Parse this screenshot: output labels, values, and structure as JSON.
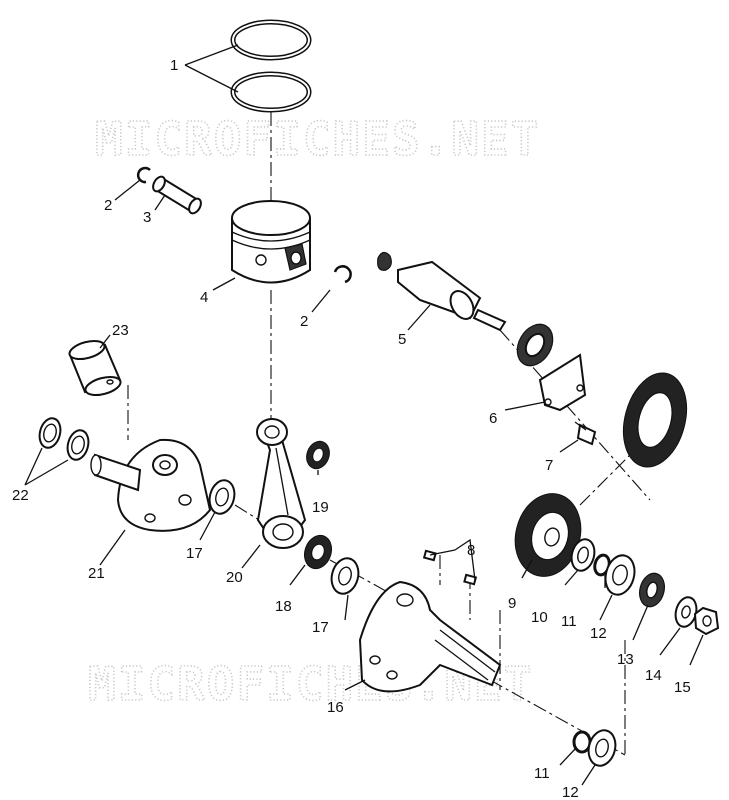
{
  "watermark": {
    "text": "MICROFICHES.NET"
  },
  "callouts": {
    "c1": "1",
    "c2a": "2",
    "c2b": "2",
    "c3": "3",
    "c4": "4",
    "c5": "5",
    "c6": "6",
    "c7": "7",
    "c8": "8",
    "c9": "9",
    "c10": "10",
    "c11a": "11",
    "c11b": "11",
    "c12a": "12",
    "c12b": "12",
    "c13": "13",
    "c14": "14",
    "c15": "15",
    "c16": "16",
    "c17a": "17",
    "c17b": "17",
    "c18": "18",
    "c19": "19",
    "c20": "20",
    "c21": "21",
    "c22": "22",
    "c23": "23"
  }
}
